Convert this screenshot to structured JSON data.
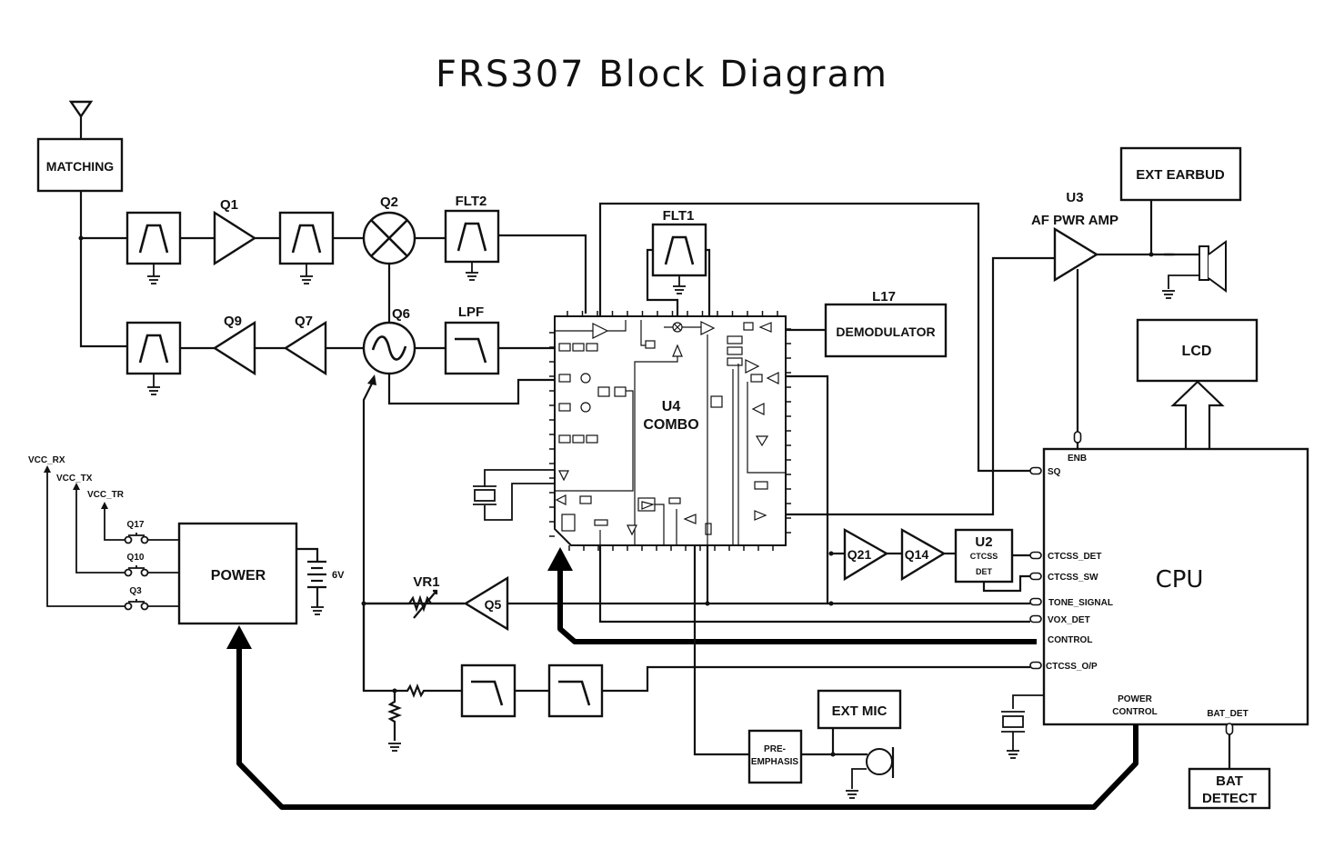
{
  "title": "FRS307 Block Diagram",
  "blocks": {
    "matching": "MATCHING",
    "q1": "Q1",
    "q2": "Q2",
    "flt2": "FLT2",
    "flt1": "FLT1",
    "q6": "Q6",
    "lpf": "LPF",
    "q7": "Q7",
    "q9": "Q9",
    "u4_line1": "U4",
    "u4_line2": "COMBO",
    "l17": "L17",
    "demodulator": "DEMODULATOR",
    "u3": "U3",
    "af_pwr_amp": "AF  PWR  AMP",
    "ext_earbud": "EXT  EARBUD",
    "lcd": "LCD",
    "cpu": "CPU",
    "power": "POWER",
    "battery_voltage": "6V",
    "vr1": "VR1",
    "q5": "Q5",
    "q21": "Q21",
    "q14": "Q14",
    "u2": "U2",
    "u2_sub1": "CTCSS",
    "u2_sub2": "DET",
    "ext_mic": "EXT  MIC",
    "pre_emphasis_1": "PRE-",
    "pre_emphasis_2": "EMPHASIS",
    "bat_detect_1": "BAT",
    "bat_detect_2": "DETECT"
  },
  "power_rails": {
    "vcc_rx": "VCC_RX",
    "vcc_tx": "VCC_TX",
    "vcc_tr": "VCC_TR",
    "q17": "Q17",
    "q10": "Q10",
    "q3": "Q3"
  },
  "cpu_pins": {
    "enb": "ENB",
    "sq": "SQ",
    "ctcss_det": "CTCSS_DET",
    "ctcss_sw": "CTCSS_SW",
    "tone_signal": "TONE_SIGNAL",
    "vox_det": "VOX_DET",
    "control": "CONTROL",
    "ctcss_op": "CTCSS_O/P",
    "power_control_1": "POWER",
    "power_control_2": "CONTROL",
    "bat_det": "BAT_DET"
  }
}
